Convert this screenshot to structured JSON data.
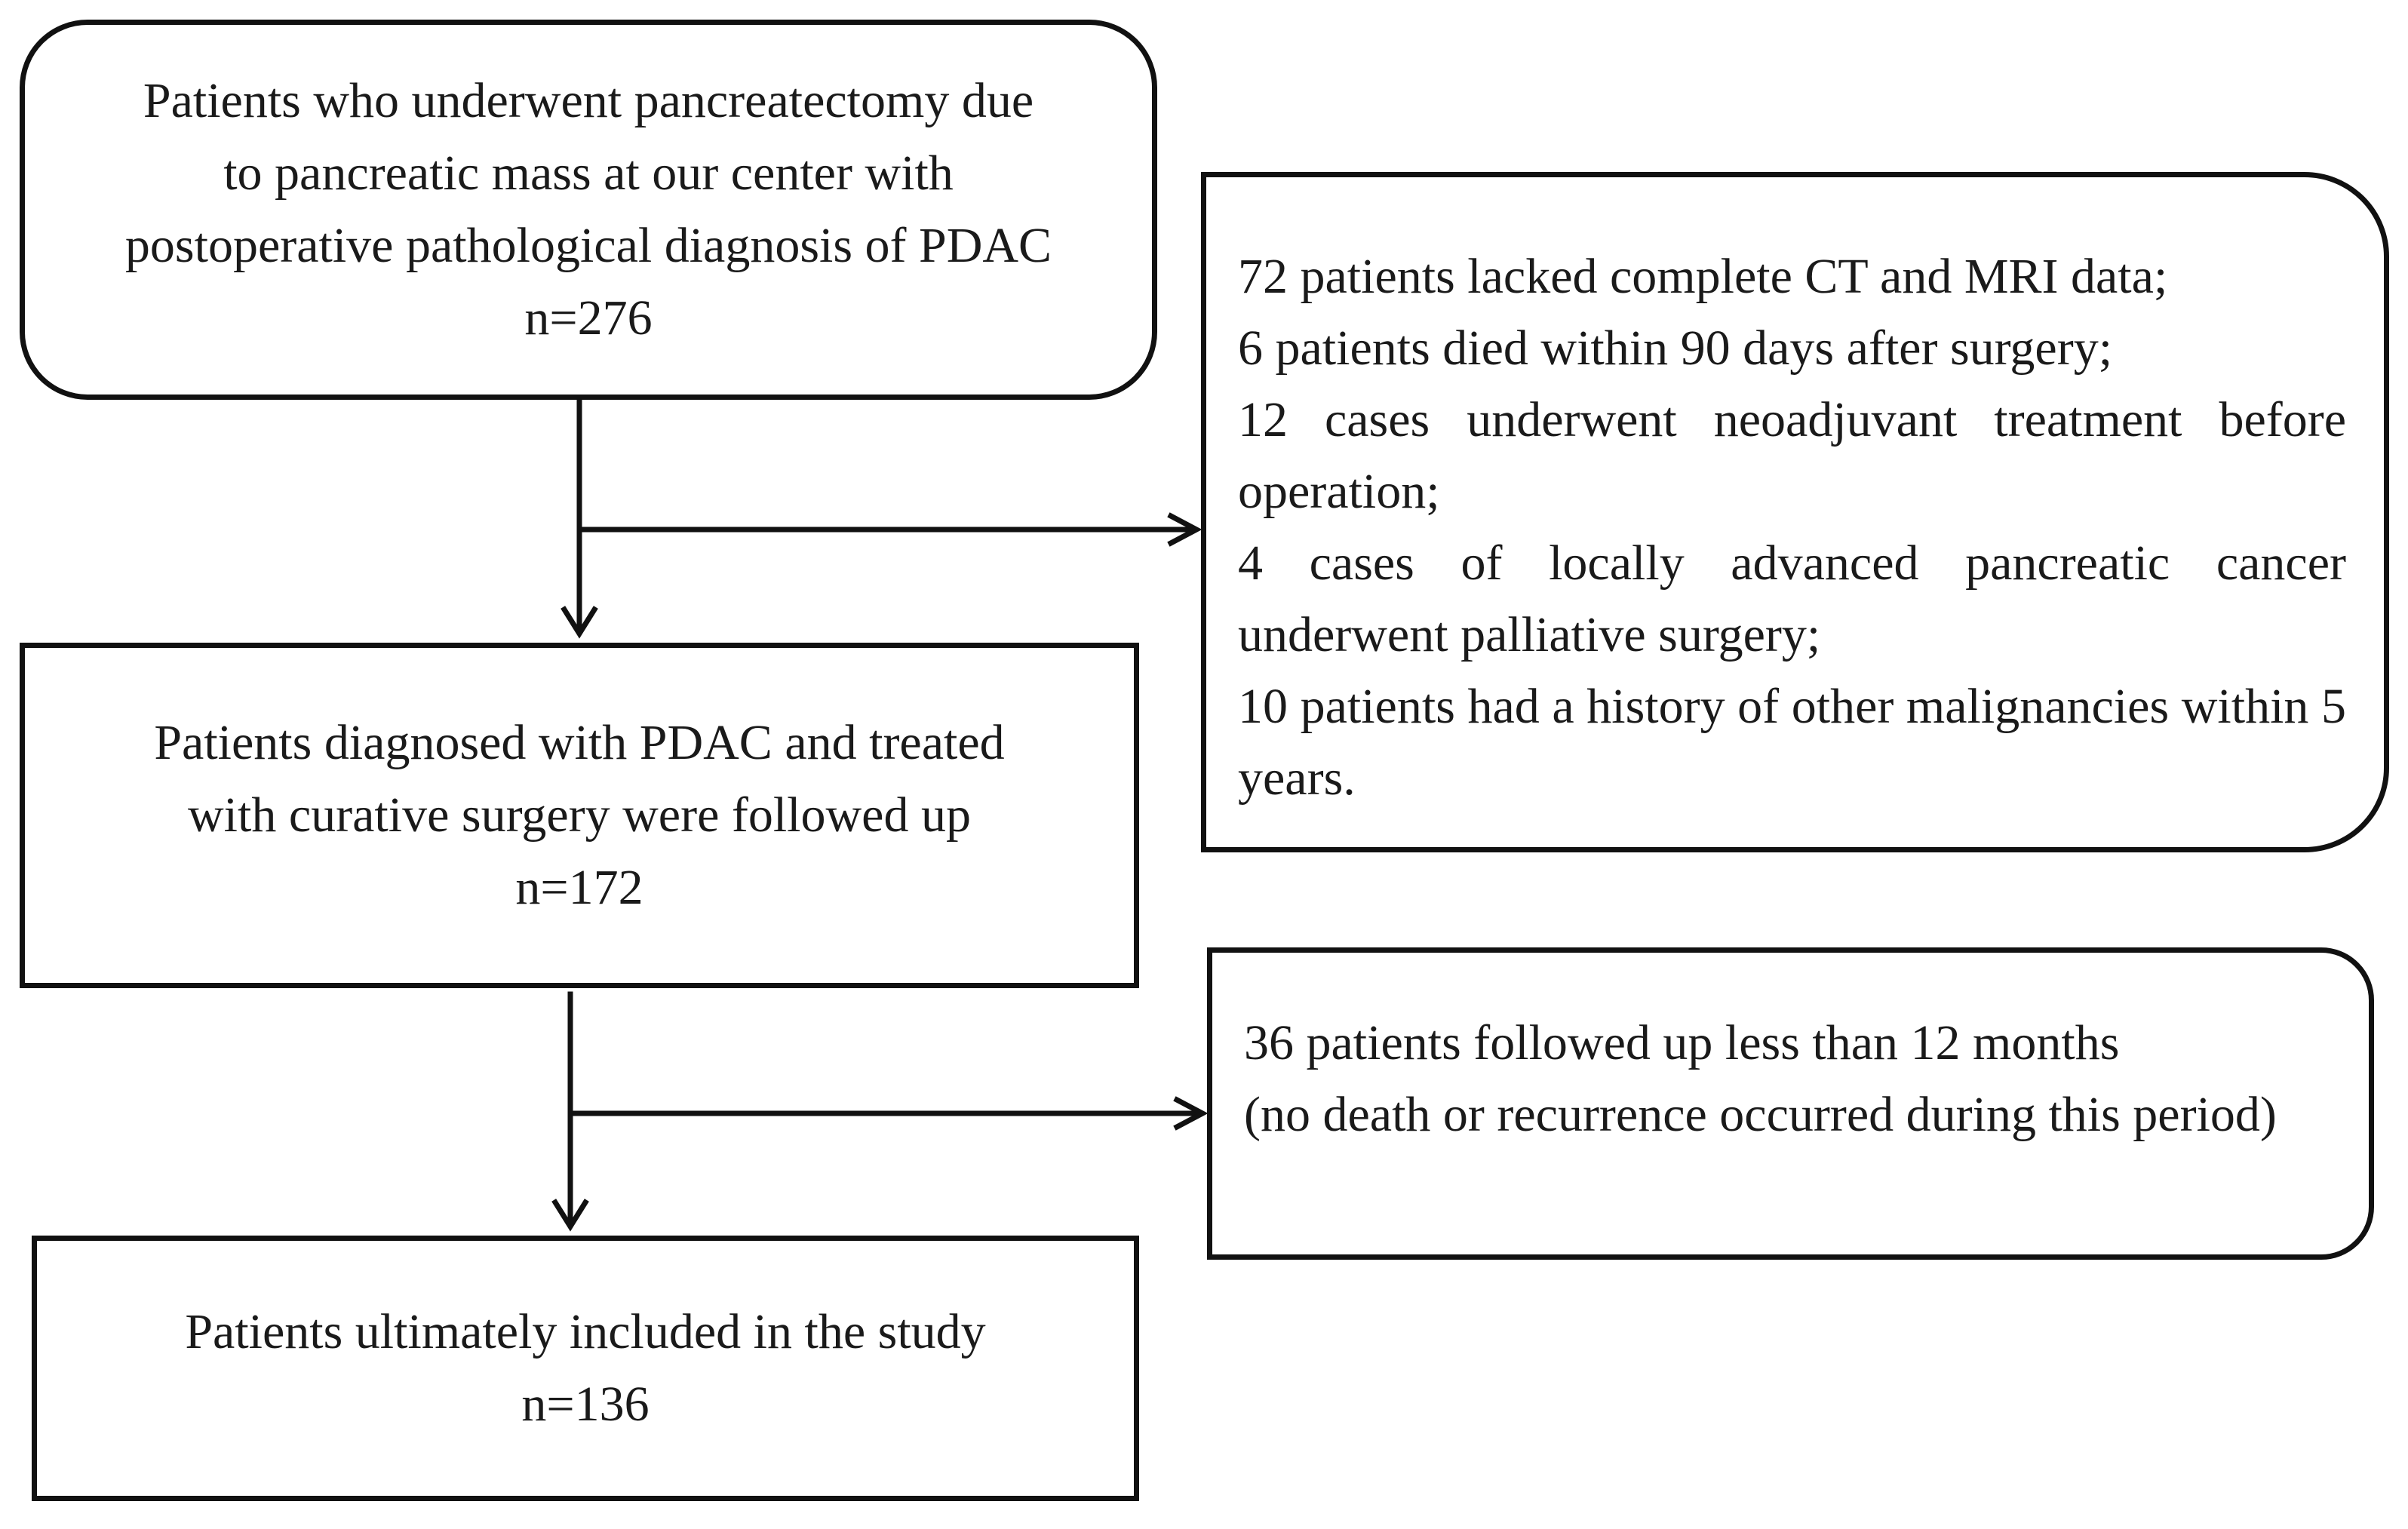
{
  "flowchart": {
    "start_box": {
      "lines": [
        "Patients who underwent pancreatectomy due",
        "to pancreatic mass at our center with",
        "postoperative pathological diagnosis of PDAC",
        "n=276"
      ]
    },
    "followed_box": {
      "lines": [
        "Patients diagnosed with PDAC and treated",
        "with curative surgery were followed up",
        "n=172"
      ]
    },
    "included_box": {
      "lines": [
        "Patients ultimately included in the study",
        "n=136"
      ]
    },
    "exclusion_box_1": {
      "items": [
        "72 patients lacked complete CT and MRI data;",
        "6 patients died within 90 days after surgery;",
        "12 cases underwent neoadjuvant treatment before operation;",
        "4 cases of locally advanced pancreatic cancer underwent palliative surgery;",
        "10 patients had a history of other malignancies within 5 years."
      ]
    },
    "exclusion_box_2": {
      "items": [
        "36 patients followed up less than 12 months",
        "(no death or recurrence occurred during this period)"
      ]
    },
    "colors": {
      "line": "#111111",
      "background": "#ffffff",
      "text": "#1a1a1a"
    }
  }
}
